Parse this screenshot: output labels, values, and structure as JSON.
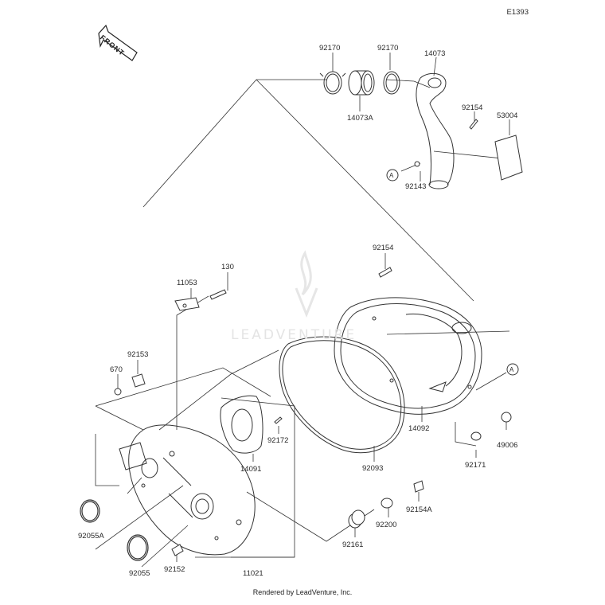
{
  "diagram_id": "E1393",
  "direction_label": "FRONT",
  "watermark": "LEADVENTURE",
  "credit": "Rendered by LeadVenture, Inc.",
  "reference_marks": [
    "A",
    "A"
  ],
  "parts": [
    {
      "key": "p1",
      "label": "92170"
    },
    {
      "key": "p2",
      "label": "92170"
    },
    {
      "key": "p3",
      "label": "14073"
    },
    {
      "key": "p4",
      "label": "14073A"
    },
    {
      "key": "p5",
      "label": "92154"
    },
    {
      "key": "p6",
      "label": "53004"
    },
    {
      "key": "p7",
      "label": "92143"
    },
    {
      "key": "p8",
      "label": "92154"
    },
    {
      "key": "p9",
      "label": "130"
    },
    {
      "key": "p10",
      "label": "11053"
    },
    {
      "key": "p11",
      "label": "92153"
    },
    {
      "key": "p12",
      "label": "670"
    },
    {
      "key": "p13",
      "label": "92172"
    },
    {
      "key": "p14",
      "label": "14091"
    },
    {
      "key": "p15",
      "label": "14092"
    },
    {
      "key": "p16",
      "label": "49006"
    },
    {
      "key": "p17",
      "label": "92171"
    },
    {
      "key": "p18",
      "label": "92093"
    },
    {
      "key": "p19",
      "label": "92154A"
    },
    {
      "key": "p20",
      "label": "92200"
    },
    {
      "key": "p21",
      "label": "92161"
    },
    {
      "key": "p22",
      "label": "92055A"
    },
    {
      "key": "p23",
      "label": "92055"
    },
    {
      "key": "p24",
      "label": "92152"
    },
    {
      "key": "p25",
      "label": "11021"
    }
  ]
}
